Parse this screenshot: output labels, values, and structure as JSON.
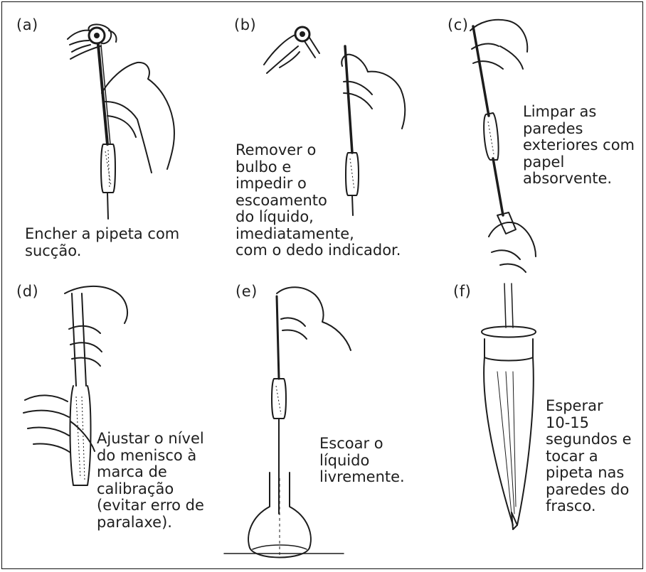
{
  "panels": [
    {
      "id": "a",
      "label": "(a)",
      "caption": "Encher a pipeta com\nsucção."
    },
    {
      "id": "b",
      "label": "(b)",
      "caption": "Remover o\nbulbo e\nimpedir o\nescoamento\ndo líquido,\nimediatamente,\ncom o dedo indicador."
    },
    {
      "id": "c",
      "label": "(c)",
      "caption": "Limpar as\nparedes\nexteriores com\npapel\nabsorvente."
    },
    {
      "id": "d",
      "label": "(d)",
      "caption": "Ajustar o nível\ndo menisco à\nmarca de\ncalibração\n(evitar erro de\nparalaxe)."
    },
    {
      "id": "e",
      "label": "(e)",
      "caption": "Escoar o\nlíquido\nlivremente."
    },
    {
      "id": "f",
      "label": "(f)",
      "caption": "Esperar\n10-15\nsegundos e\ntocar a\npipeta nas\nparedes do\nfrasco."
    }
  ],
  "colors": {
    "ink": "#1c1c1c",
    "background": "#ffffff",
    "border": "#111111"
  }
}
